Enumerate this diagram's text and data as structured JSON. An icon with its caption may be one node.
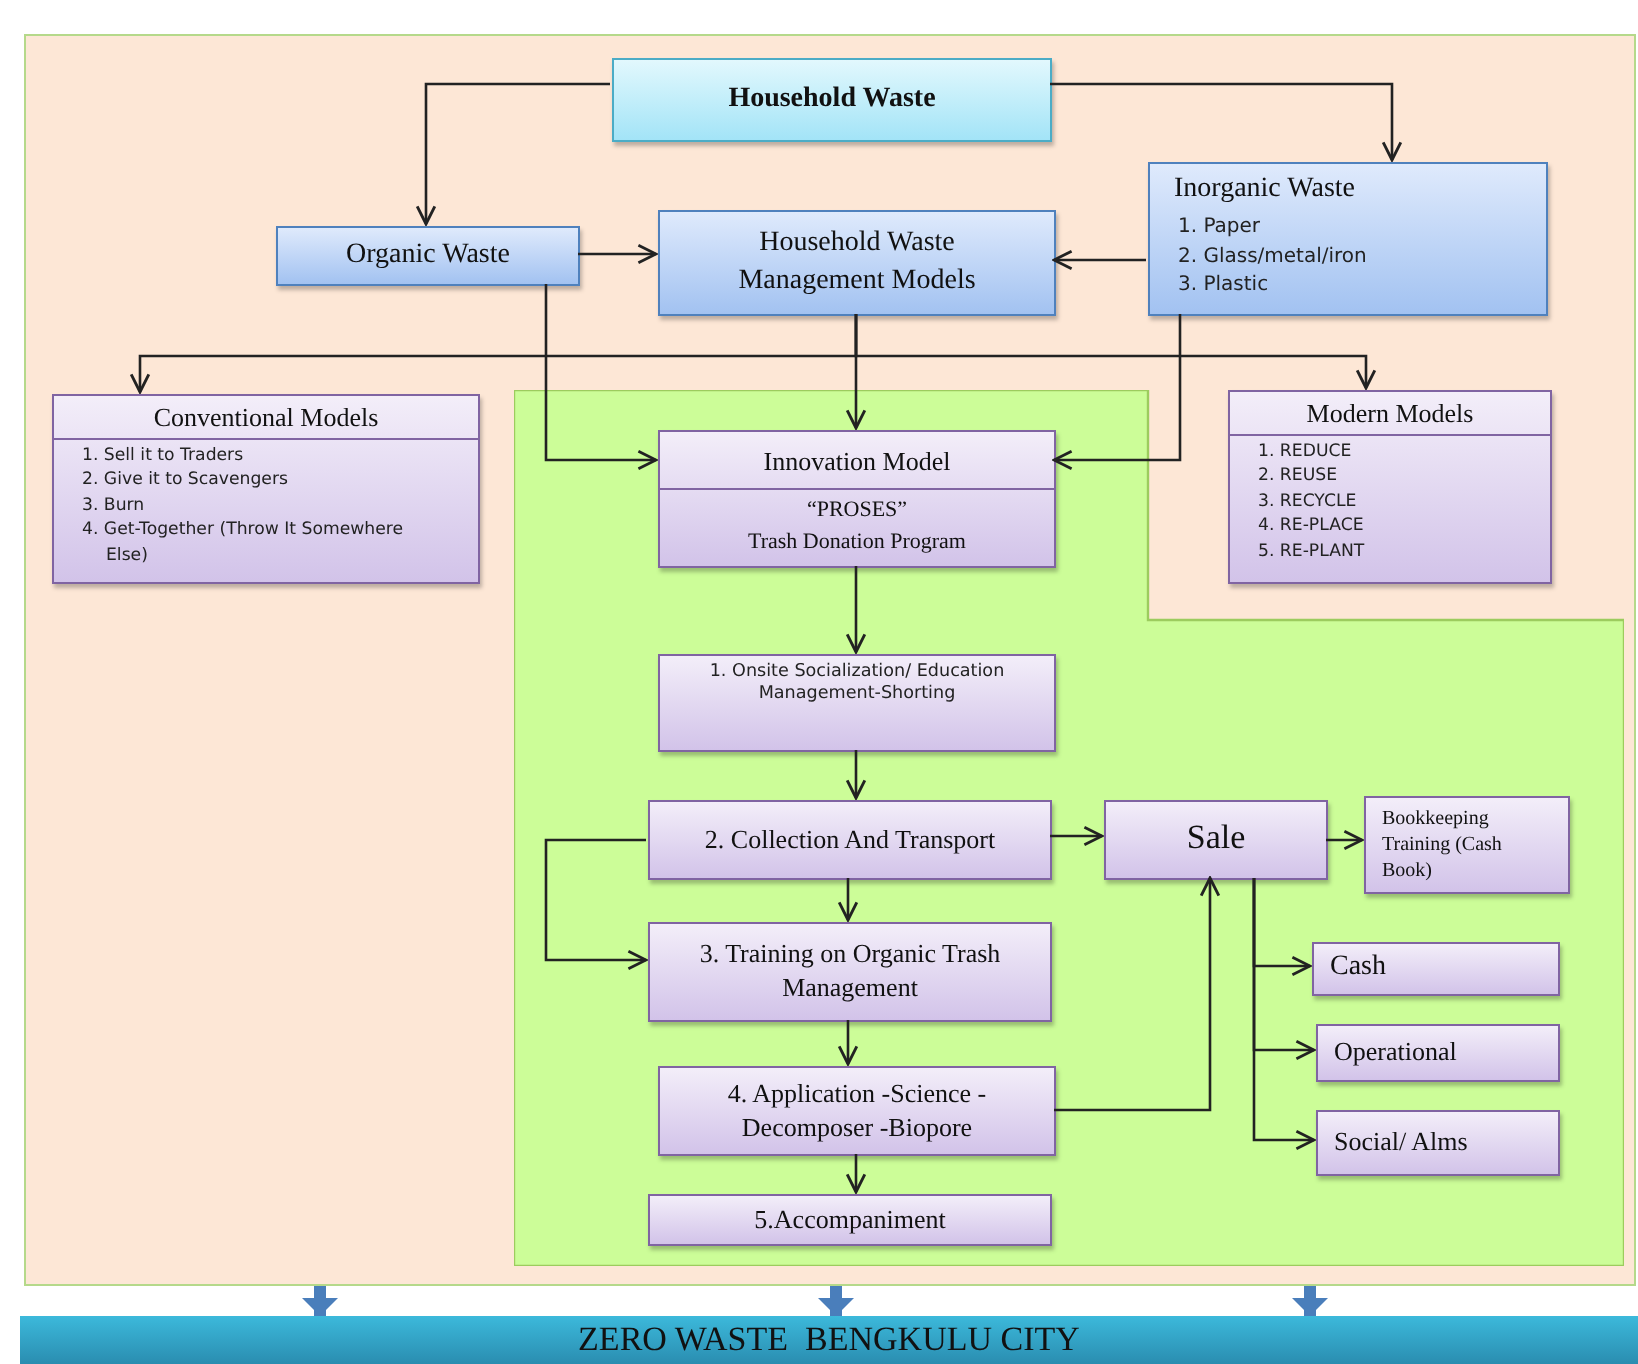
{
  "diagram": {
    "nodes": [
      {
        "text": [],
        "shape": "box"
      },
      {
        "text": [
          "Household Waste"
        ],
        "in": 0
      },
      {
        "text": [
          "Organic Waste"
        ],
        "in": 0
      },
      {
        "text": [
          "Household Waste Management Models"
        ],
        "in": 0
      },
      {
        "text": [
          "Inorganic Waste",
          "1. Paper",
          "2. Glass/metal/iron",
          "3. Plastic"
        ],
        "in": 0
      },
      {
        "text": [
          "Conventional Models",
          "1. Sell it to Traders",
          "2. Give it to Scavengers",
          "3. Burn",
          "4. Get-Together (Throw It Somewhere Else)"
        ],
        "in": 0
      },
      {
        "text": [],
        "shape": "box",
        "in": 0
      },
      {
        "text": [
          "Innovation Model",
          "“PROSES”",
          "Trash Donation Program"
        ],
        "in": 6
      },
      {
        "text": [
          "Modern Models",
          "1. REDUCE",
          "2. REUSE",
          "3. RECYCLE",
          "4. RE-PLACE",
          "5. RE-PLANT"
        ],
        "in": 0
      },
      {
        "text": [
          "1. Onsite Socialization/ Education Management-Shorting"
        ],
        "in": 6
      },
      {
        "text": [
          "2. Collection And Transport"
        ],
        "in": 6
      },
      {
        "text": [
          "Sale"
        ],
        "in": 6
      },
      {
        "text": [
          "Bookkeeping Training (Cash Book)"
        ],
        "in": 6
      },
      {
        "text": [
          "3. Training on Organic Trash Management"
        ],
        "in": 6
      },
      {
        "text": [
          "Cash"
        ],
        "in": 6
      },
      {
        "text": [
          "Operational"
        ],
        "in": 6
      },
      {
        "text": [
          "4. Application -Science -Decomposer -Biopore"
        ],
        "in": 6
      },
      {
        "text": [
          "Social/ Alms"
        ],
        "in": 6
      },
      {
        "text": [
          "5.Accompaniment"
        ],
        "in": 6
      },
      {
        "text": [
          "ZERO WASTE  BENGKULU CITY"
        ]
      }
    ],
    "edges": [
      {
        "from": 1,
        "to": 2,
        "arrow": "to"
      },
      {
        "from": 1,
        "to": 4,
        "arrow": "to"
      },
      {
        "from": 2,
        "to": 3,
        "arrow": "to"
      },
      {
        "from": 4,
        "to": 3,
        "arrow": "to"
      },
      {
        "from": 3,
        "to": 7,
        "arrow": "to"
      },
      {
        "from": 3,
        "to": 5,
        "arrow": "to"
      },
      {
        "from": 3,
        "to": 8,
        "arrow": "to"
      },
      {
        "from": 2,
        "to": 7,
        "arrow": "to"
      },
      {
        "from": 4,
        "to": 7,
        "arrow": "to"
      },
      {
        "from": 7,
        "to": 9,
        "arrow": "to"
      },
      {
        "from": 9,
        "to": 10,
        "arrow": "to"
      },
      {
        "from": 10,
        "to": 13,
        "arrow": "to"
      },
      {
        "from": 10,
        "to": 13,
        "arrow": "to"
      },
      {
        "from": 13,
        "to": 16,
        "arrow": "to"
      },
      {
        "from": 16,
        "to": 18,
        "arrow": "to"
      },
      {
        "from": 10,
        "to": 11,
        "arrow": "to"
      },
      {
        "from": 11,
        "to": 12,
        "arrow": "to"
      },
      {
        "from": 16,
        "to": 11,
        "arrow": "to"
      },
      {
        "from": 11,
        "to": 14,
        "arrow": "to"
      },
      {
        "from": 11,
        "to": 15,
        "arrow": "to"
      },
      {
        "from": 11,
        "to": 17,
        "arrow": "to"
      },
      {
        "from": 0,
        "to": 19,
        "arrow": "to",
        "style": "thick",
        "color": "#4a7ebb"
      },
      {
        "from": 0,
        "to": 19,
        "arrow": "to",
        "style": "thick",
        "color": "#4a7ebb"
      },
      {
        "from": 0,
        "to": 19,
        "arrow": "to",
        "style": "thick",
        "color": "#4a7ebb"
      }
    ]
  }
}
